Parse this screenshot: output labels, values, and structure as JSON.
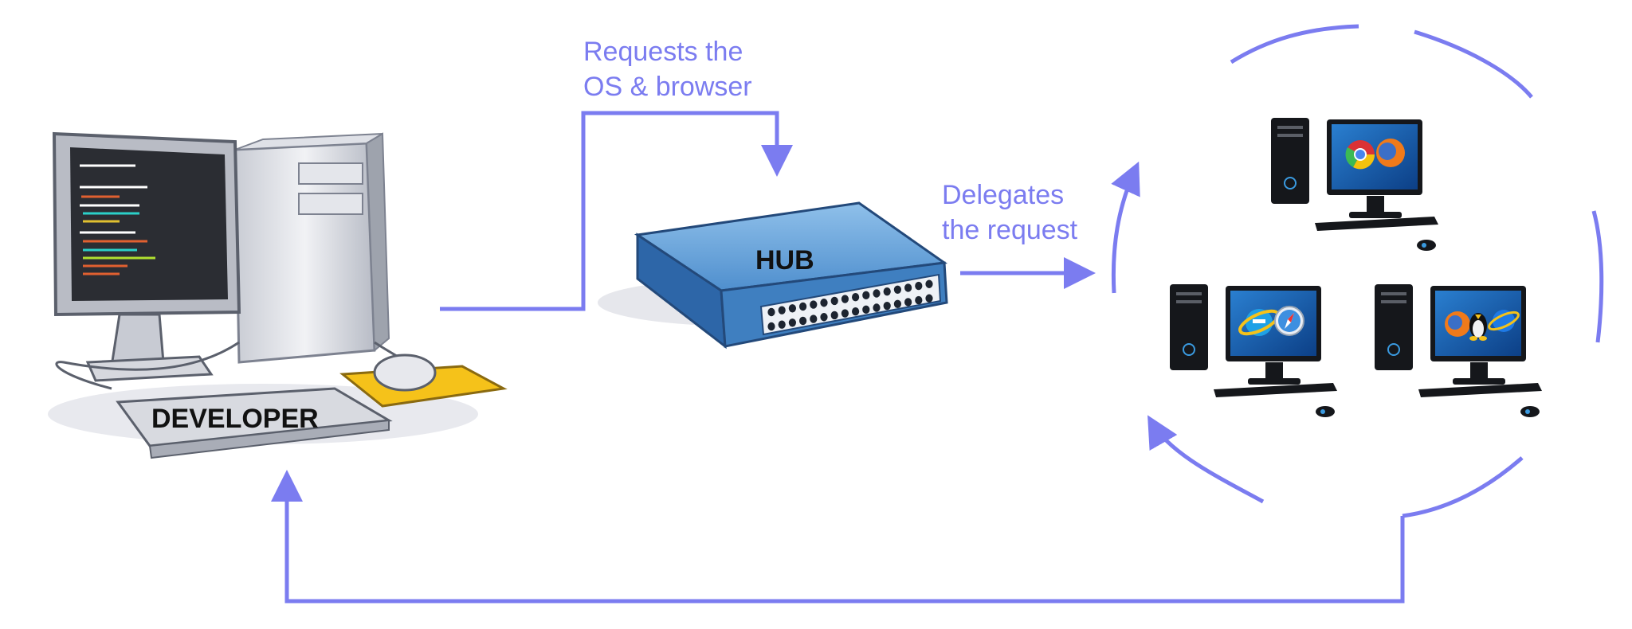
{
  "colors": {
    "flow": "#7b7cf0",
    "label_dark": "#111111",
    "hub_blue": "#3f7fc0",
    "mousepad": "#f5c21a"
  },
  "developer": {
    "label": "DEVELOPER",
    "icon": "desktop-computer-icon"
  },
  "hub": {
    "label": "HUB",
    "icon": "network-switch-icon"
  },
  "flows": {
    "request_line1": "Requests the",
    "request_line2": "OS & browser",
    "delegate_line1": "Delegates",
    "delegate_line2": "the request"
  },
  "nodes": [
    {
      "name": "node-chrome-firefox",
      "browsers": [
        "chrome",
        "firefox"
      ]
    },
    {
      "name": "node-ie-safari",
      "browsers": [
        "internet-explorer",
        "safari"
      ]
    },
    {
      "name": "node-firefox-linux",
      "browsers": [
        "firefox",
        "linux"
      ]
    }
  ]
}
